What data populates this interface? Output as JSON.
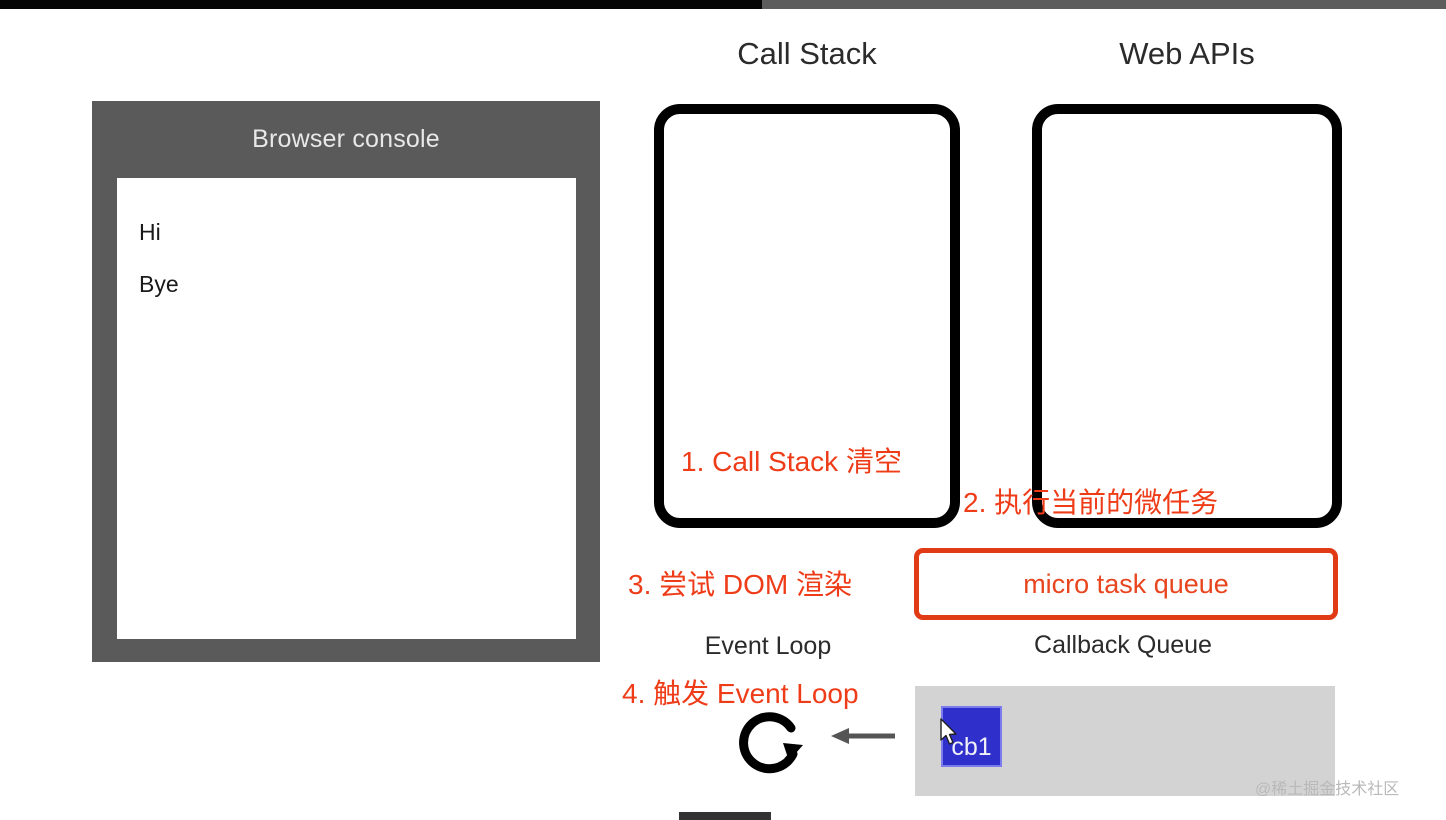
{
  "colors": {
    "accent_red": "#ef3c18",
    "box_border_black": "#000000",
    "console_frame_gray": "#5a5a5a",
    "queue_tray_gray": "#d3d3d3",
    "queue_item_blue": "#2f2fcc",
    "topbar_black": "#050505",
    "topbar_gray": "#5d5d5d"
  },
  "console": {
    "title": "Browser console",
    "lines": [
      "Hi",
      "Bye"
    ]
  },
  "call_stack": {
    "heading": "Call Stack",
    "annotation": "1. Call Stack 清空"
  },
  "web_apis": {
    "heading": "Web APIs",
    "annotation": "2. 执行当前的微任务"
  },
  "micro_task_queue": {
    "label": "micro task queue"
  },
  "callback_queue": {
    "heading": "Callback Queue",
    "items": [
      "cb1"
    ]
  },
  "event_loop": {
    "heading": "Event Loop",
    "annotation_render": "3. 尝试 DOM 渲染",
    "annotation_trigger": "4. 触发 Event Loop",
    "loop_icon": "circular-arrow-icon",
    "feed_icon": "left-arrow-icon"
  },
  "cursor": {
    "icon": "mouse-pointer-icon"
  },
  "watermark": {
    "text": "@稀土掘金技术社区"
  }
}
